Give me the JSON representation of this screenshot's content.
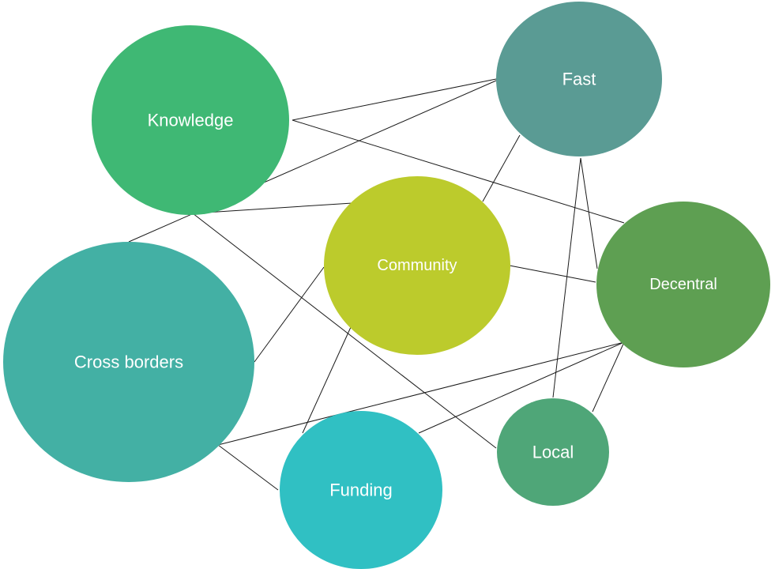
{
  "nodes": [
    {
      "id": "knowledge",
      "label": "Knowledge",
      "color": "#3fb874"
    },
    {
      "id": "fast",
      "label": "Fast",
      "color": "#5a9b94"
    },
    {
      "id": "community",
      "label": "Community",
      "color": "#bccb2c"
    },
    {
      "id": "decentral",
      "label": "Decentral",
      "color": "#5e9f52"
    },
    {
      "id": "cross-borders",
      "label": "Cross borders",
      "color": "#43b0a4"
    },
    {
      "id": "local",
      "label": "Local",
      "color": "#4fa678"
    },
    {
      "id": "funding",
      "label": "Funding",
      "color": "#30c0c3"
    }
  ],
  "edge_color": "#1a1a1a"
}
